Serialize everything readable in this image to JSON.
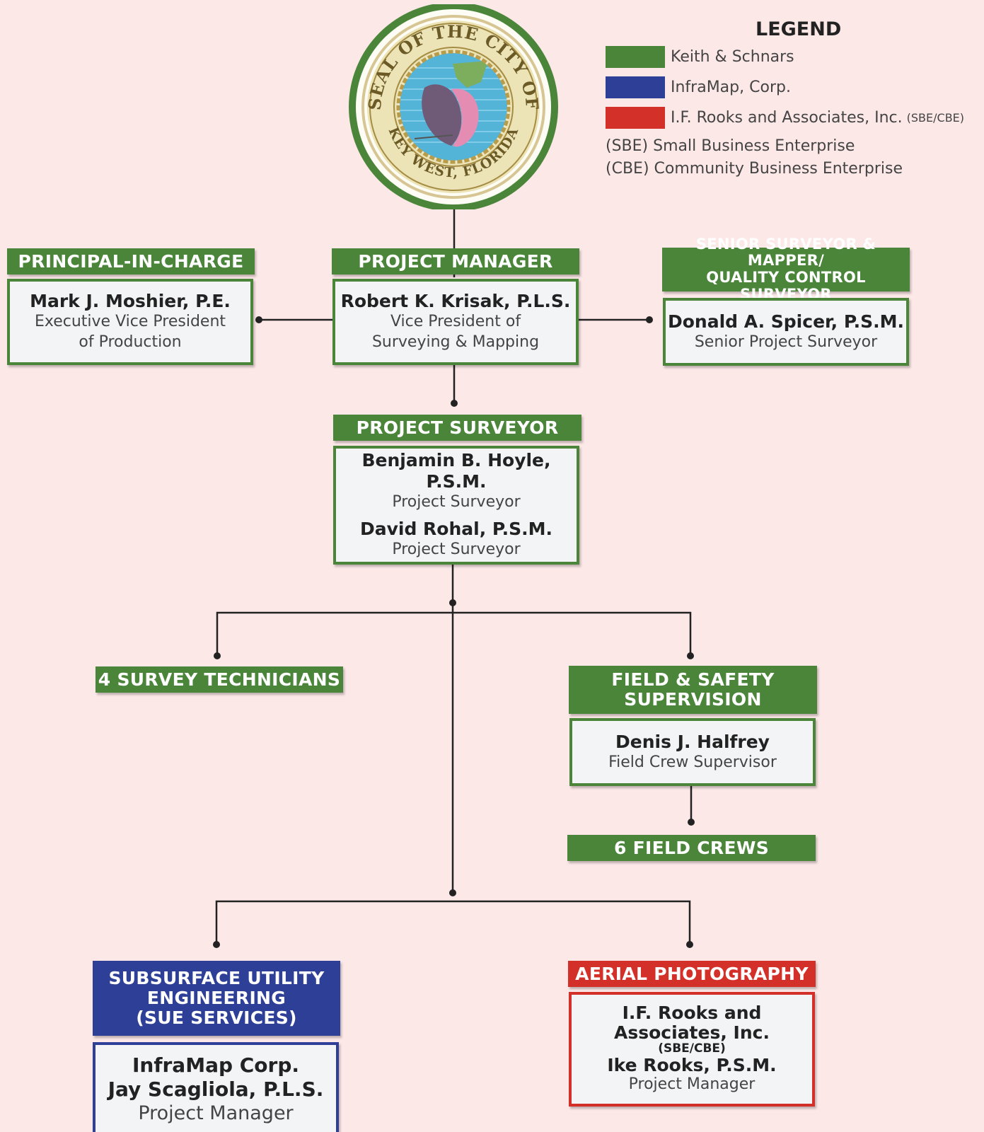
{
  "legend": {
    "title": "LEGEND",
    "items": [
      {
        "label": "Keith & Schnars",
        "color": "#4a853a",
        "suffix": ""
      },
      {
        "label": "InfraMap, Corp.",
        "color": "#2e3f97",
        "suffix": ""
      },
      {
        "label": "I.F. Rooks and Associates, Inc.",
        "color": "#d4302a",
        "suffix": "(SBE/CBE)"
      }
    ],
    "notes": [
      "(SBE) Small Business Enterprise",
      "(CBE) Community Business Enterprise"
    ]
  },
  "seal": {
    "top_text": "SEAL OF THE CITY OF",
    "bottom_text": "KEY WEST, FLORIDA"
  },
  "principal": {
    "header": "PRINCIPAL-IN-CHARGE",
    "name": "Mark J. Moshier, P.E.",
    "title_line1": "Executive Vice President",
    "title_line2": "of Production"
  },
  "project_manager": {
    "header": "PROJECT MANAGER",
    "name": "Robert K. Krisak, P.L.S.",
    "title_line1": "Vice President of",
    "title_line2": "Surveying & Mapping"
  },
  "senior_surveyor": {
    "header_line1": "SENIOR SURVEYOR & MAPPER/",
    "header_line2": "QUALITY CONTROL SURVEYOR",
    "name": "Donald A. Spicer, P.S.M.",
    "title": "Senior Project Surveyor"
  },
  "project_surveyor": {
    "header": "PROJECT SURVEYOR",
    "people": [
      {
        "name": "Benjamin B. Hoyle, P.S.M.",
        "title": "Project Surveyor"
      },
      {
        "name": "David Rohal, P.S.M.",
        "title": "Project Surveyor"
      }
    ]
  },
  "technicians": {
    "header": "4 SURVEY TECHNICIANS"
  },
  "field_safety": {
    "header_line1": "FIELD & SAFETY",
    "header_line2": "SUPERVISION",
    "name": "Denis J. Halfrey",
    "title": "Field Crew Supervisor"
  },
  "field_crews": {
    "header": "6 FIELD CREWS"
  },
  "sue": {
    "header_line1": "SUBSURFACE UTILITY",
    "header_line2": "ENGINEERING",
    "header_line3": "(SUE SERVICES)",
    "company": "InfraMap Corp.",
    "name": "Jay Scagliola, P.L.S.",
    "title": "Project Manager"
  },
  "aerial": {
    "header": "AERIAL PHOTOGRAPHY",
    "company_line1": "I.F. Rooks and",
    "company_line2": "Associates, Inc.",
    "company_tag": "(SBE/CBE)",
    "name": "Ike Rooks, P.S.M.",
    "title": "Project Manager"
  }
}
